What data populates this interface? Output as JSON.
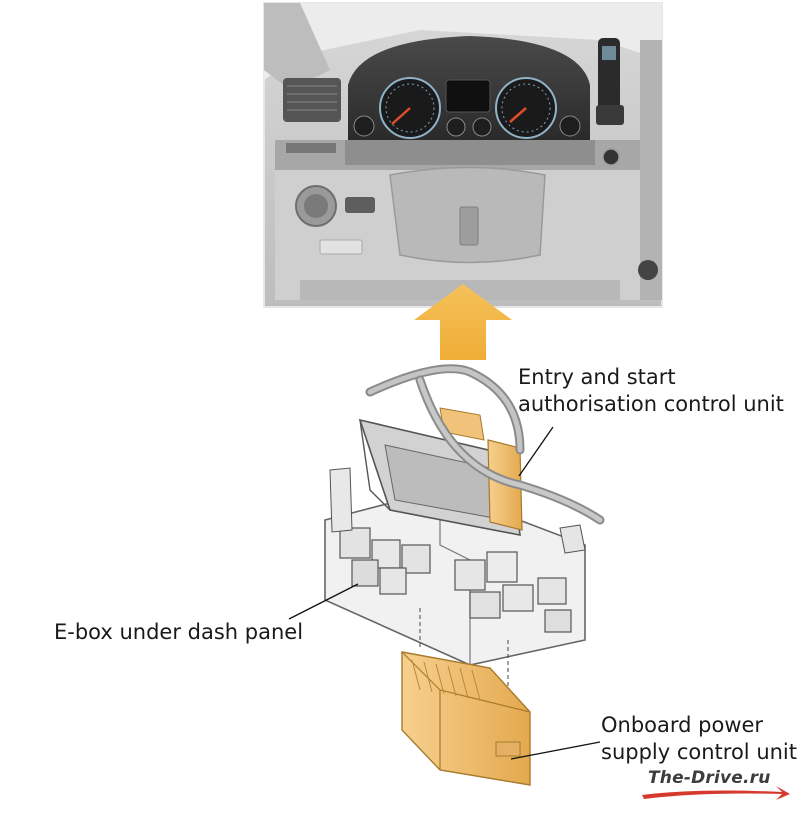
{
  "labels": {
    "entry_line1": "Entry and start",
    "entry_line2": "authorisation control unit",
    "ebox": "E-box under dash panel",
    "onboard_line1": "Onboard power",
    "onboard_line2": "supply control unit"
  },
  "watermark": "The-Drive.ru",
  "colors": {
    "arrow": "#f3b84a",
    "control_unit": "#f1c47a",
    "photo_bg": "#c9c9c9",
    "ebox_body": "#e9e9e9",
    "watermark_red": "#d63a2f"
  }
}
